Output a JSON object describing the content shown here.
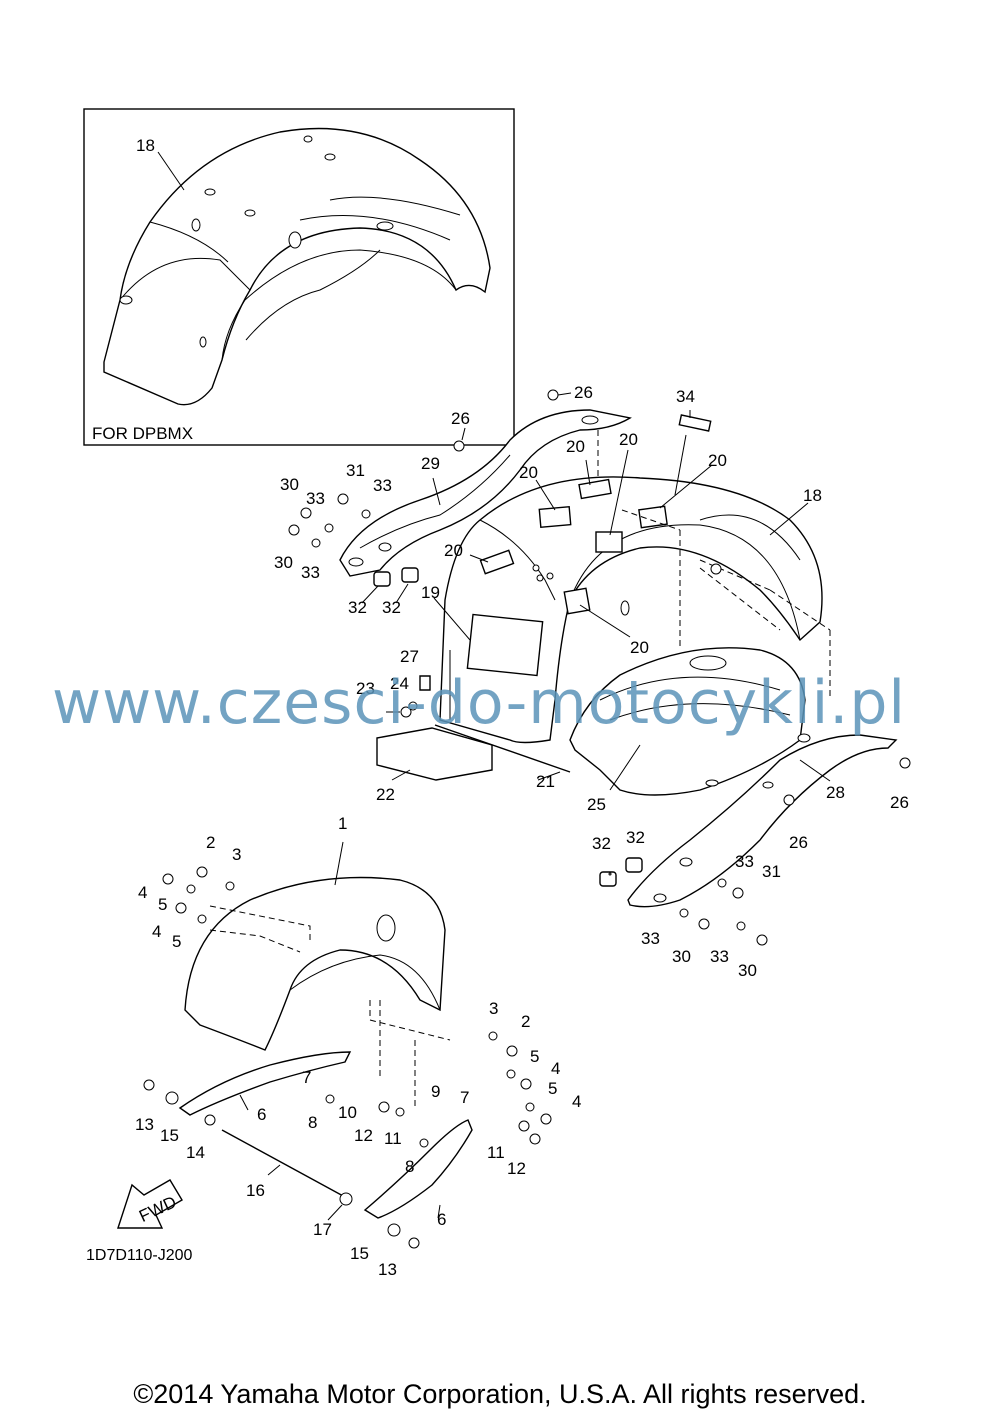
{
  "inset": {
    "label": "FOR DPBMX"
  },
  "watermark": "www.czesci-do-motocykli.pl",
  "diagram_code": "1D7D110-J200",
  "direction_arrow": "FWD",
  "copyright": "©2014 Yamaha Motor Corporation, U.S.A. All rights reserved.",
  "callouts": {
    "inset_18": "18",
    "c26a": "26",
    "c34": "34",
    "c26b": "26",
    "c20a": "20",
    "c20b": "20",
    "c20c": "20",
    "c31": "31",
    "c29": "29",
    "c30a": "30",
    "c33a": "33",
    "c33b": "33",
    "c20d": "20",
    "c18": "18",
    "c30b": "30",
    "c33c": "33",
    "c20e": "20",
    "c32a": "32",
    "c32b": "32",
    "c19": "19",
    "c20f": "20",
    "c27": "27",
    "c24": "24",
    "c23": "23",
    "c21": "21",
    "c22": "22",
    "c25": "25",
    "c28": "28",
    "c26c": "26",
    "c26d": "26",
    "c1": "1",
    "c2a": "2",
    "c3a": "3",
    "c4a": "4",
    "c5a": "5",
    "c4b": "4",
    "c5b": "5",
    "c32c": "32",
    "c32d": "32",
    "c33d": "33",
    "c31b": "31",
    "c33e": "33",
    "c30c": "30",
    "c33f": "33",
    "c30d": "30",
    "c3b": "3",
    "c2b": "2",
    "c5c": "5",
    "c4c": "4",
    "c5d": "5",
    "c4d": "4",
    "c7a": "7",
    "c6a": "6",
    "c13a": "13",
    "c15a": "15",
    "c14": "14",
    "c8a": "8",
    "c10": "10",
    "c12a": "12",
    "c11a": "11",
    "c9": "9",
    "c7b": "7",
    "c8b": "8",
    "c11b": "11",
    "c12b": "12",
    "c16": "16",
    "c17": "17",
    "c6b": "6",
    "c15b": "15",
    "c13b": "13"
  }
}
